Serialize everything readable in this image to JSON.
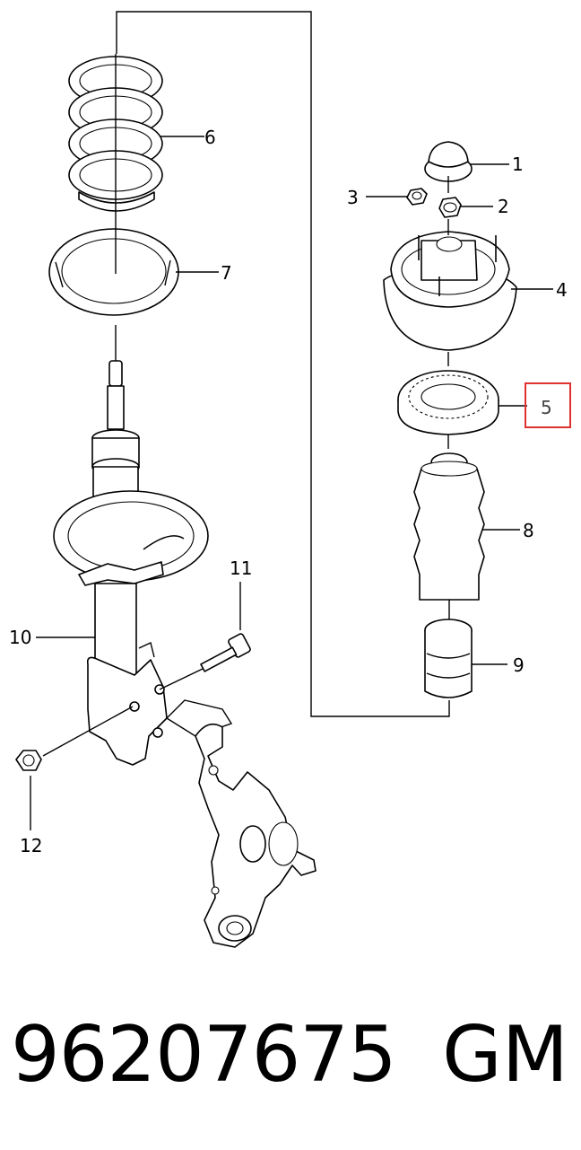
{
  "callouts": {
    "c1": "1",
    "c2": "2",
    "c3": "3",
    "c4": "4",
    "c5": "5",
    "c6": "6",
    "c7": "7",
    "c8": "8",
    "c9": "9",
    "c10": "10",
    "c11": "11",
    "c12": "12"
  },
  "highlight": {
    "callout": "5",
    "color": "#e03030"
  },
  "footer": {
    "part_number": "96207675",
    "brand": "GM"
  }
}
